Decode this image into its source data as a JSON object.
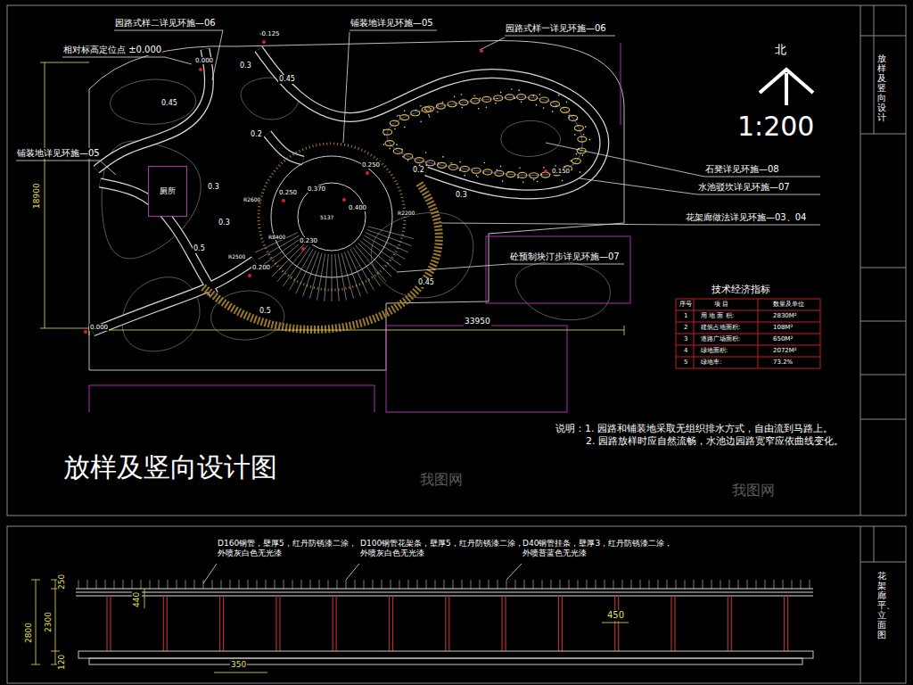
{
  "diagram": {
    "title": "放样及竖向设计图",
    "nodes": [
      {
        "text": [
          "厕所"
        ]
      }
    ],
    "labels": [
      "园路式样二详见环施—06",
      "铺装地详见环施—05",
      "园路式样一详见环施—06",
      "相对标高定位点 ±0.000",
      "-0.125",
      "0.000",
      "0.3",
      "0.45",
      "0.45",
      "0.2",
      "0.3",
      "0.3",
      "0.5",
      "0.5",
      "0.45",
      "0.3",
      "0.2",
      "0.250",
      "0.370",
      "0.400",
      "0.250",
      "0.230",
      "0.200",
      "0.000",
      "0.150",
      "R2600",
      "R2500",
      "R8400",
      "5137",
      "R2200",
      "铺装地详见环施—05",
      "石凳详见环施—08",
      "水池驳坎详见环施—07",
      "花架廊做法详见环施—03、04",
      "砼预制块汀步详见环施—07",
      "18900",
      "33950",
      "北",
      "1:200",
      "技术经济指标",
      "序号",
      "项 目",
      "数量及单位",
      "1",
      "用 地 面 积:",
      "2830M²",
      "2",
      "建筑占地面积:",
      "108M²",
      "3",
      "道路广场面积:",
      "650M²",
      "4",
      "绿地面积:",
      "2072M²",
      "5",
      "绿地率:",
      "73.2%",
      "说明：1. 园路和铺装地采取无组织排水方式，自由流到马路上。",
      "2. 园路放样时应自然流畅，水池边园路宽窄应依曲线变化。",
      "放样及竖向设计",
      "花架廊平、立面图",
      "D160钢管，壁厚5，红丹防锈漆二涂， 外喷灰白色无光漆",
      "D100钢管花架条，壁厚5，红丹防锈漆二涂， 外喷灰白色无光漆",
      "D40钢管挂条，壁厚3，红丹防锈漆二涂， 外喷普蓝色无光漆",
      "250",
      "2800",
      "2300",
      "120",
      "440",
      "450",
      "350",
      "我图网",
      "我图网"
    ]
  }
}
